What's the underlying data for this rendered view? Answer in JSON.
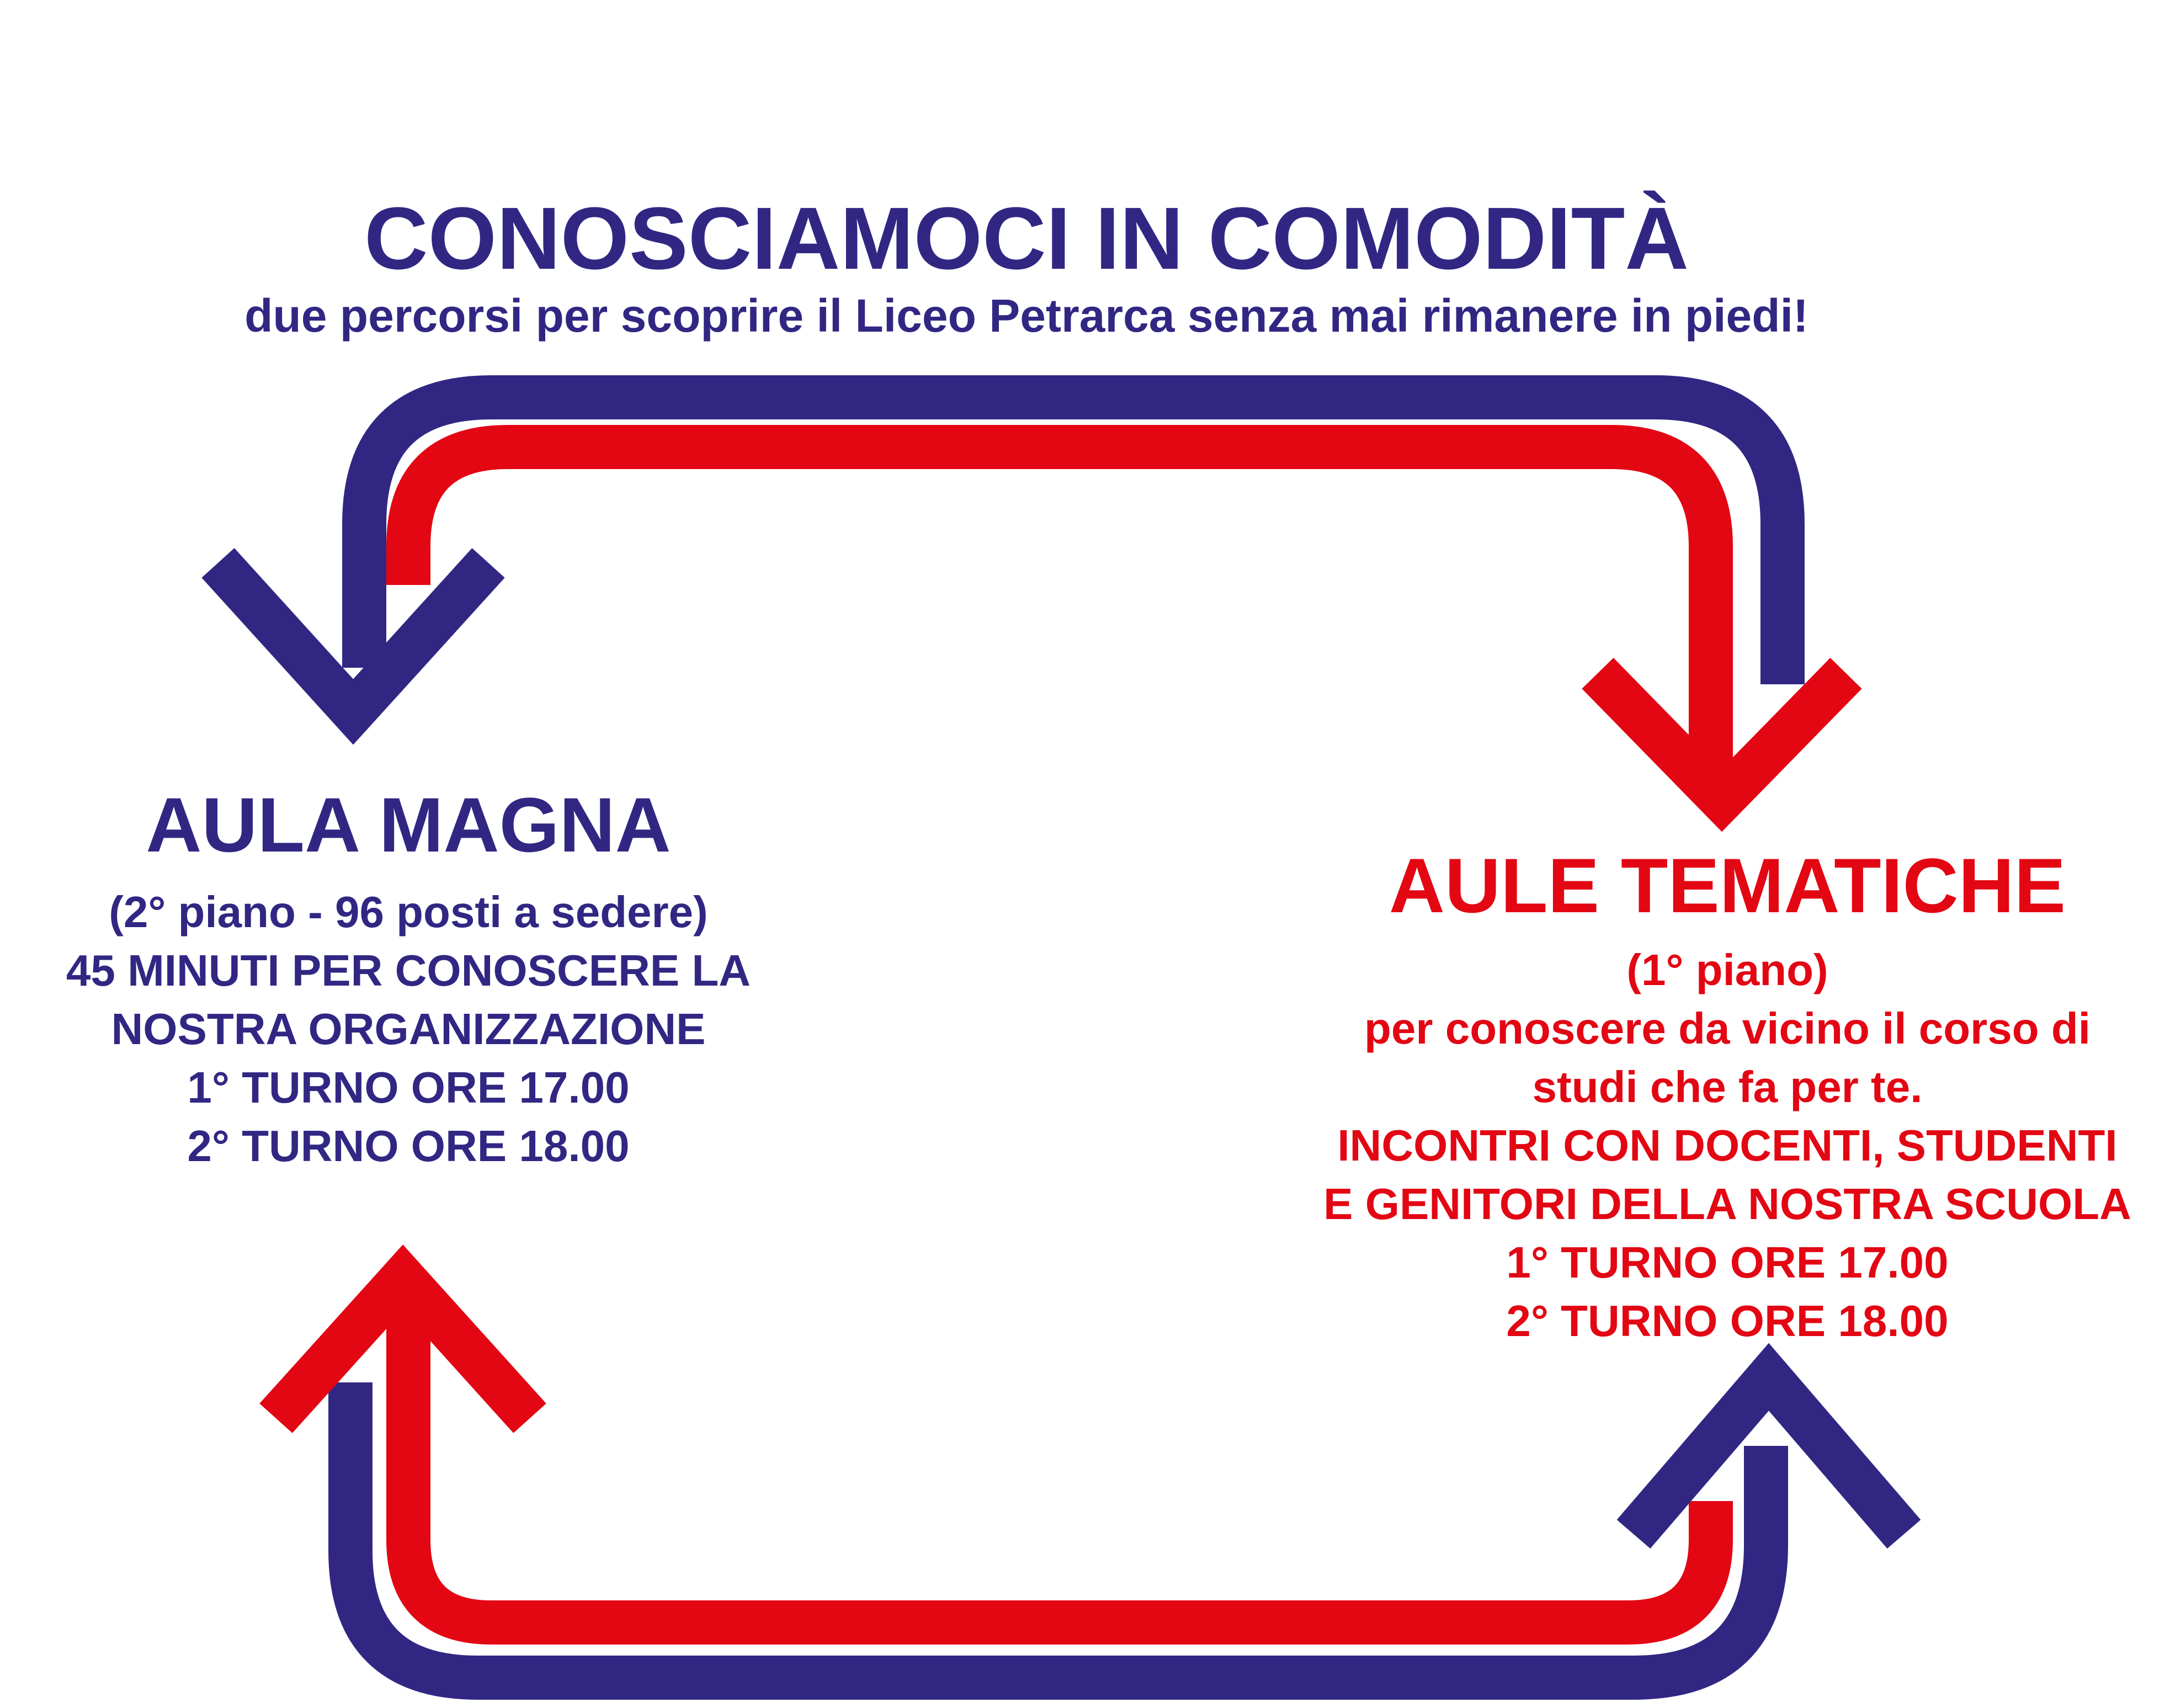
{
  "header": {
    "title": "CONOSCIAMOCI IN COMODITÀ",
    "subtitle": "due percorsi per scoprire il Liceo Petrarca senza mai rimanere in piedi!"
  },
  "left_panel": {
    "title": "AULA MAGNA",
    "lines": [
      "(2° piano - 96 posti a sedere)",
      "45 MINUTI PER CONOSCERE LA",
      "NOSTRA ORGANIZZAZIONE",
      "1° TURNO ORE 17.00",
      "2° TURNO ORE 18.00"
    ]
  },
  "right_panel": {
    "title": "AULE TEMATICHE",
    "lines": [
      "(1° piano)",
      "per conoscere da vicino il corso di",
      "studi che fa per te.",
      "INCONTRI CON DOCENTI, STUDENTI",
      "E GENITORI DELLA NOSTRA SCUOLA",
      "1° TURNO ORE 17.00",
      "2° TURNO ORE 18.00"
    ]
  },
  "colors": {
    "blue": "#312783",
    "red": "#e30613"
  },
  "icons": {
    "top_left": "arrow-down-icon",
    "top_right": "arrow-down-icon",
    "bottom_left": "arrow-up-icon",
    "bottom_right": "arrow-up-icon"
  }
}
